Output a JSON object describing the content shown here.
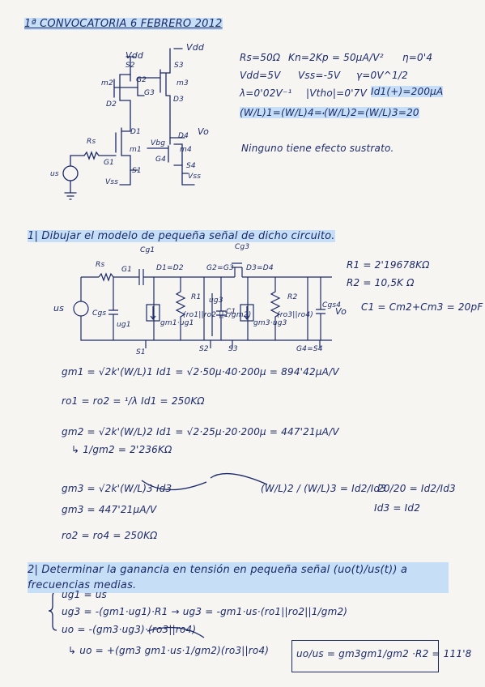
{
  "header": {
    "title": "1ª CONVOCATORIA 6 FEBRERO 2012"
  },
  "params": {
    "line1": [
      "Rs=50Ω",
      "Kn=2Kp = 50µA/V²",
      "η=0'4"
    ],
    "line2": [
      "Vdd=5V",
      "Vss=-5V",
      "γ=0V^1/2"
    ],
    "line3": [
      "λ=0'02V⁻¹",
      "|Vtho|=0'7V",
      "Id1(+)=200µA"
    ],
    "line4": [
      "(W/L)1=(W/L)4=40",
      "(W/L)2=(W/L)3=20"
    ],
    "note": "Ninguno tiene efecto sustrato."
  },
  "circuit1_labels": {
    "vdd_left": "Vdd",
    "vdd_right": "Vdd",
    "s2": "S2",
    "s3": "S3",
    "m2": "m2",
    "g2": "G2",
    "g3": "G3",
    "m3": "m3",
    "d2": "D2",
    "d3": "D3",
    "d1": "D1",
    "d4": "D4",
    "vo": "Vo",
    "rs": "Rs",
    "m1": "m1",
    "g4": "G4",
    "vbg": "Vbg",
    "m4": "m4",
    "g1": "G1",
    "s1": "S1",
    "s4": "S4",
    "vss_left": "Vss",
    "vss_right": "Vss",
    "us": "us"
  },
  "section1": {
    "title": "1| Dibujar el modelo de pequeña señal de dicho circuito.",
    "labels": {
      "rs": "Rs",
      "g1": "G1",
      "cg1": "Cg1",
      "d1d2": "D1=D2",
      "g2g3": "G2=G3",
      "cg3": "Cg3",
      "d3d4": "D3=D4",
      "us": "us",
      "cgs": "Cgs",
      "ug1": "ug1",
      "gm1ug1": "gm1·ug1",
      "r1": "R1",
      "rol2": "(ro1||ro2 ||1/gm2)",
      "ug3": "ug3",
      "c1": "C1",
      "gm3ug3": "gm3·ug3",
      "r2": "R2",
      "ro3ro4": "(ro3||ro4)",
      "c4": "Cgs4",
      "vo": "Vo",
      "s1": "S1",
      "s2": "S2",
      "s3": "S3",
      "g4s4": "G4=S4"
    },
    "results": {
      "r1": "R1 = 2'19678KΩ",
      "r2": "R2 = 10,5K Ω",
      "c1": "C1 = Cm2+Cm3 = 20pF"
    },
    "eqs": [
      "gm1 = √2k'(W/L)1 Id1 = √2·50µ·40·200µ = 894'42µA/V",
      "ro1 = ro2 = ¹/λ Id1 = 250KΩ",
      "gm2 = √2k'(W/L)2 Id1 = √2·25µ·20·200µ = 447'21µA/V",
      "↳ 1/gm2 = 2'236KΩ",
      "gm3 = √2k'(W/L)3 Id3",
      "gm3 = 447'21µA/V",
      "ro2 = ro4 = 250KΩ"
    ],
    "ratio": {
      "lhs": "(W/L)2 / (W/L)3 = Id2/Id3",
      "mid": "20/20 = Id2/Id3",
      "res": "Id3 = Id2"
    }
  },
  "section2": {
    "title": "2| Determinar la ganancia en tensión en pequeña señal (uo(t)/us(t)) a frecuencias medias.",
    "lines": [
      "ug1 = us",
      "ug3 = -(gm1·ug1)·R1 → ug3 = -gm1·us·(ro1||ro2||1/gm2)",
      "uo = -(gm3·ug3)·(ro3||ro4)",
      "↳ uo = +(gm3 gm1·us·1/gm2)(ro3||ro4)"
    ],
    "final": "uo/us = gm3gm1/gm2 ·R2 = 111'8"
  }
}
